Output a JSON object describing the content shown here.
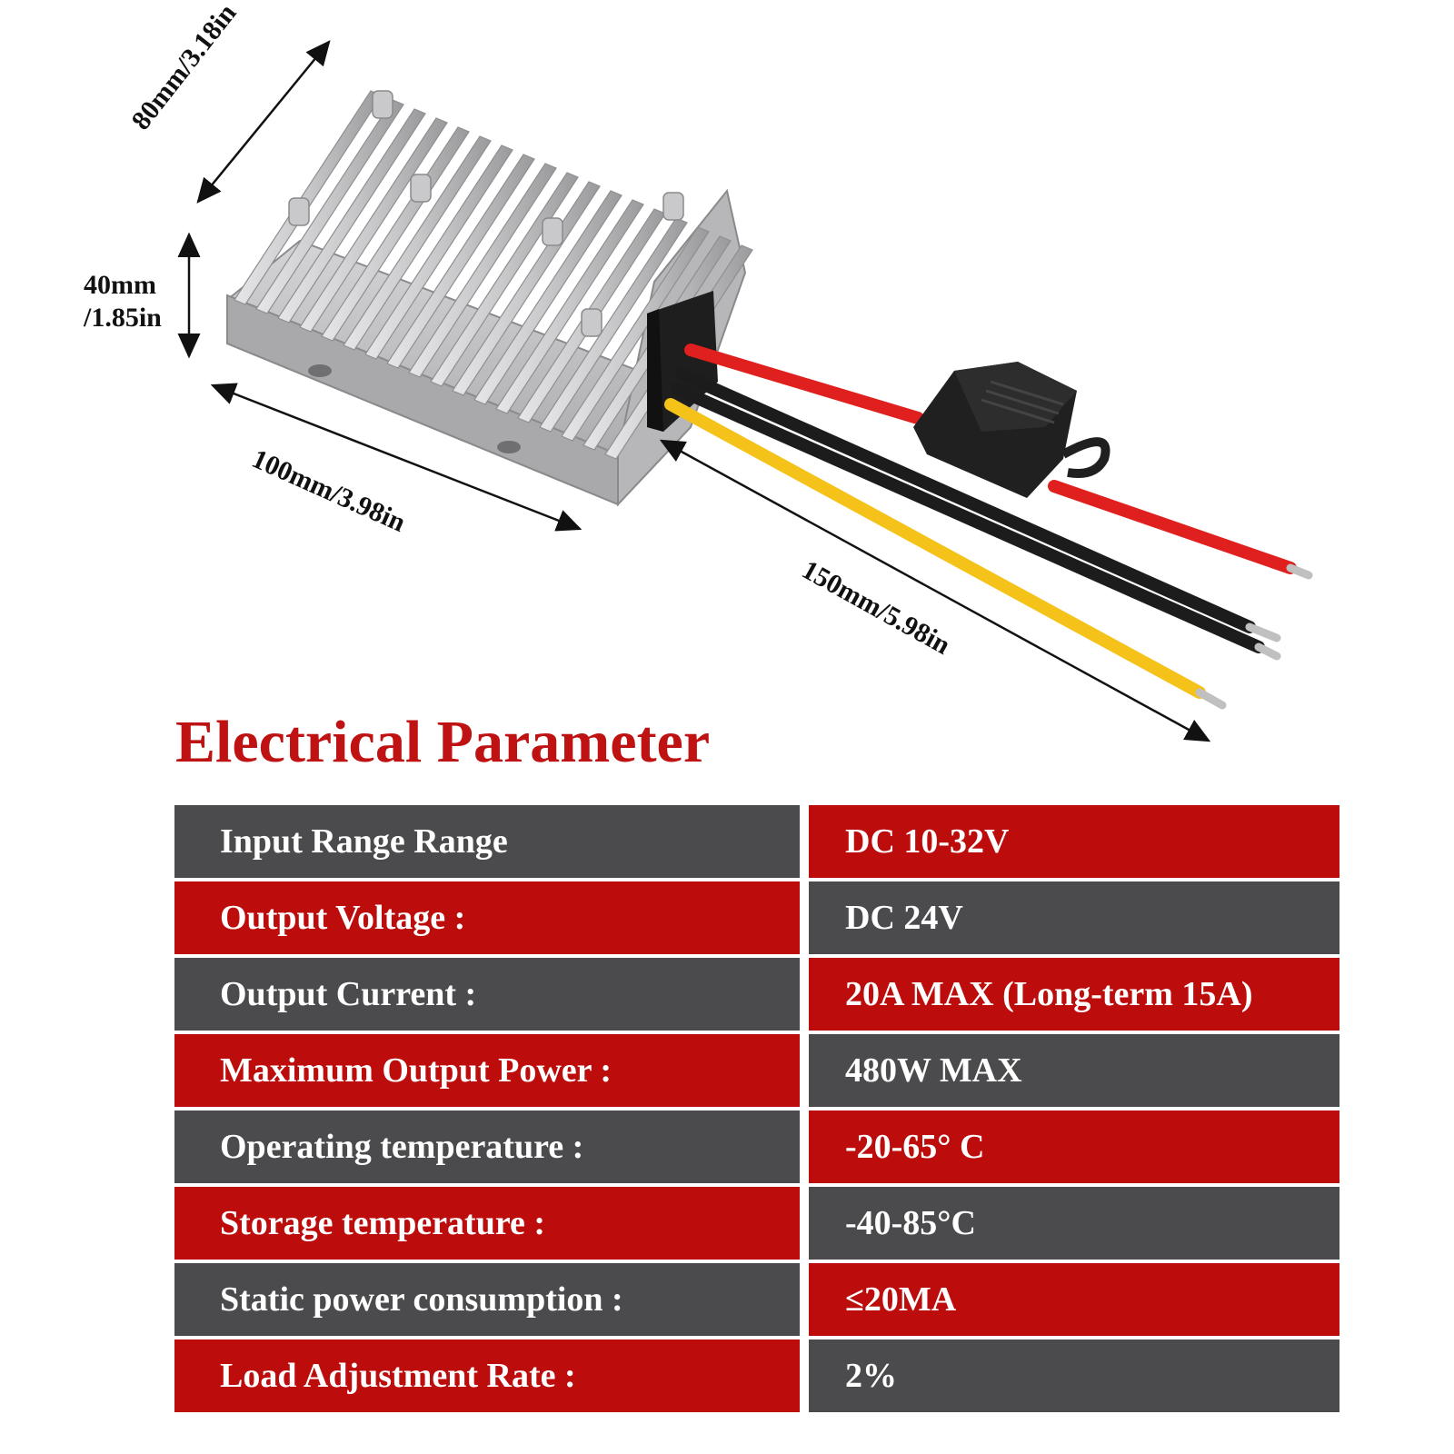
{
  "dimensions": {
    "depth": "80mm/3.18in",
    "height_line1": "40mm",
    "height_line2": "/1.85in",
    "width": "100mm/3.98in",
    "cable_length": "150mm/5.98in"
  },
  "section_title": "Electrical Parameter",
  "parameters": [
    {
      "label": "Input Range Range",
      "value": "DC 10-32V"
    },
    {
      "label": "Output Voltage :",
      "value": "DC 24V"
    },
    {
      "label": "Output Current :",
      "value": "20A MAX (Long-term 15A)"
    },
    {
      "label": "Maximum Output Power :",
      "value": "480W MAX"
    },
    {
      "label": "Operating temperature :",
      "value": "-20-65° C"
    },
    {
      "label": "Storage temperature :",
      "value": "-40-85°C"
    },
    {
      "label": "Static power consumption :",
      "value": "≤20MA"
    },
    {
      "label": "Load Adjustment Rate :",
      "value": "2%"
    }
  ],
  "colors": {
    "accent_red": "#bc0c0c",
    "title_red": "#bf1212",
    "row_gray": "#4b4b4d",
    "wire_red": "#e01f1f",
    "wire_black": "#1c1c1c",
    "wire_yellow": "#f5c21a",
    "housing": "#b9b9bb"
  }
}
